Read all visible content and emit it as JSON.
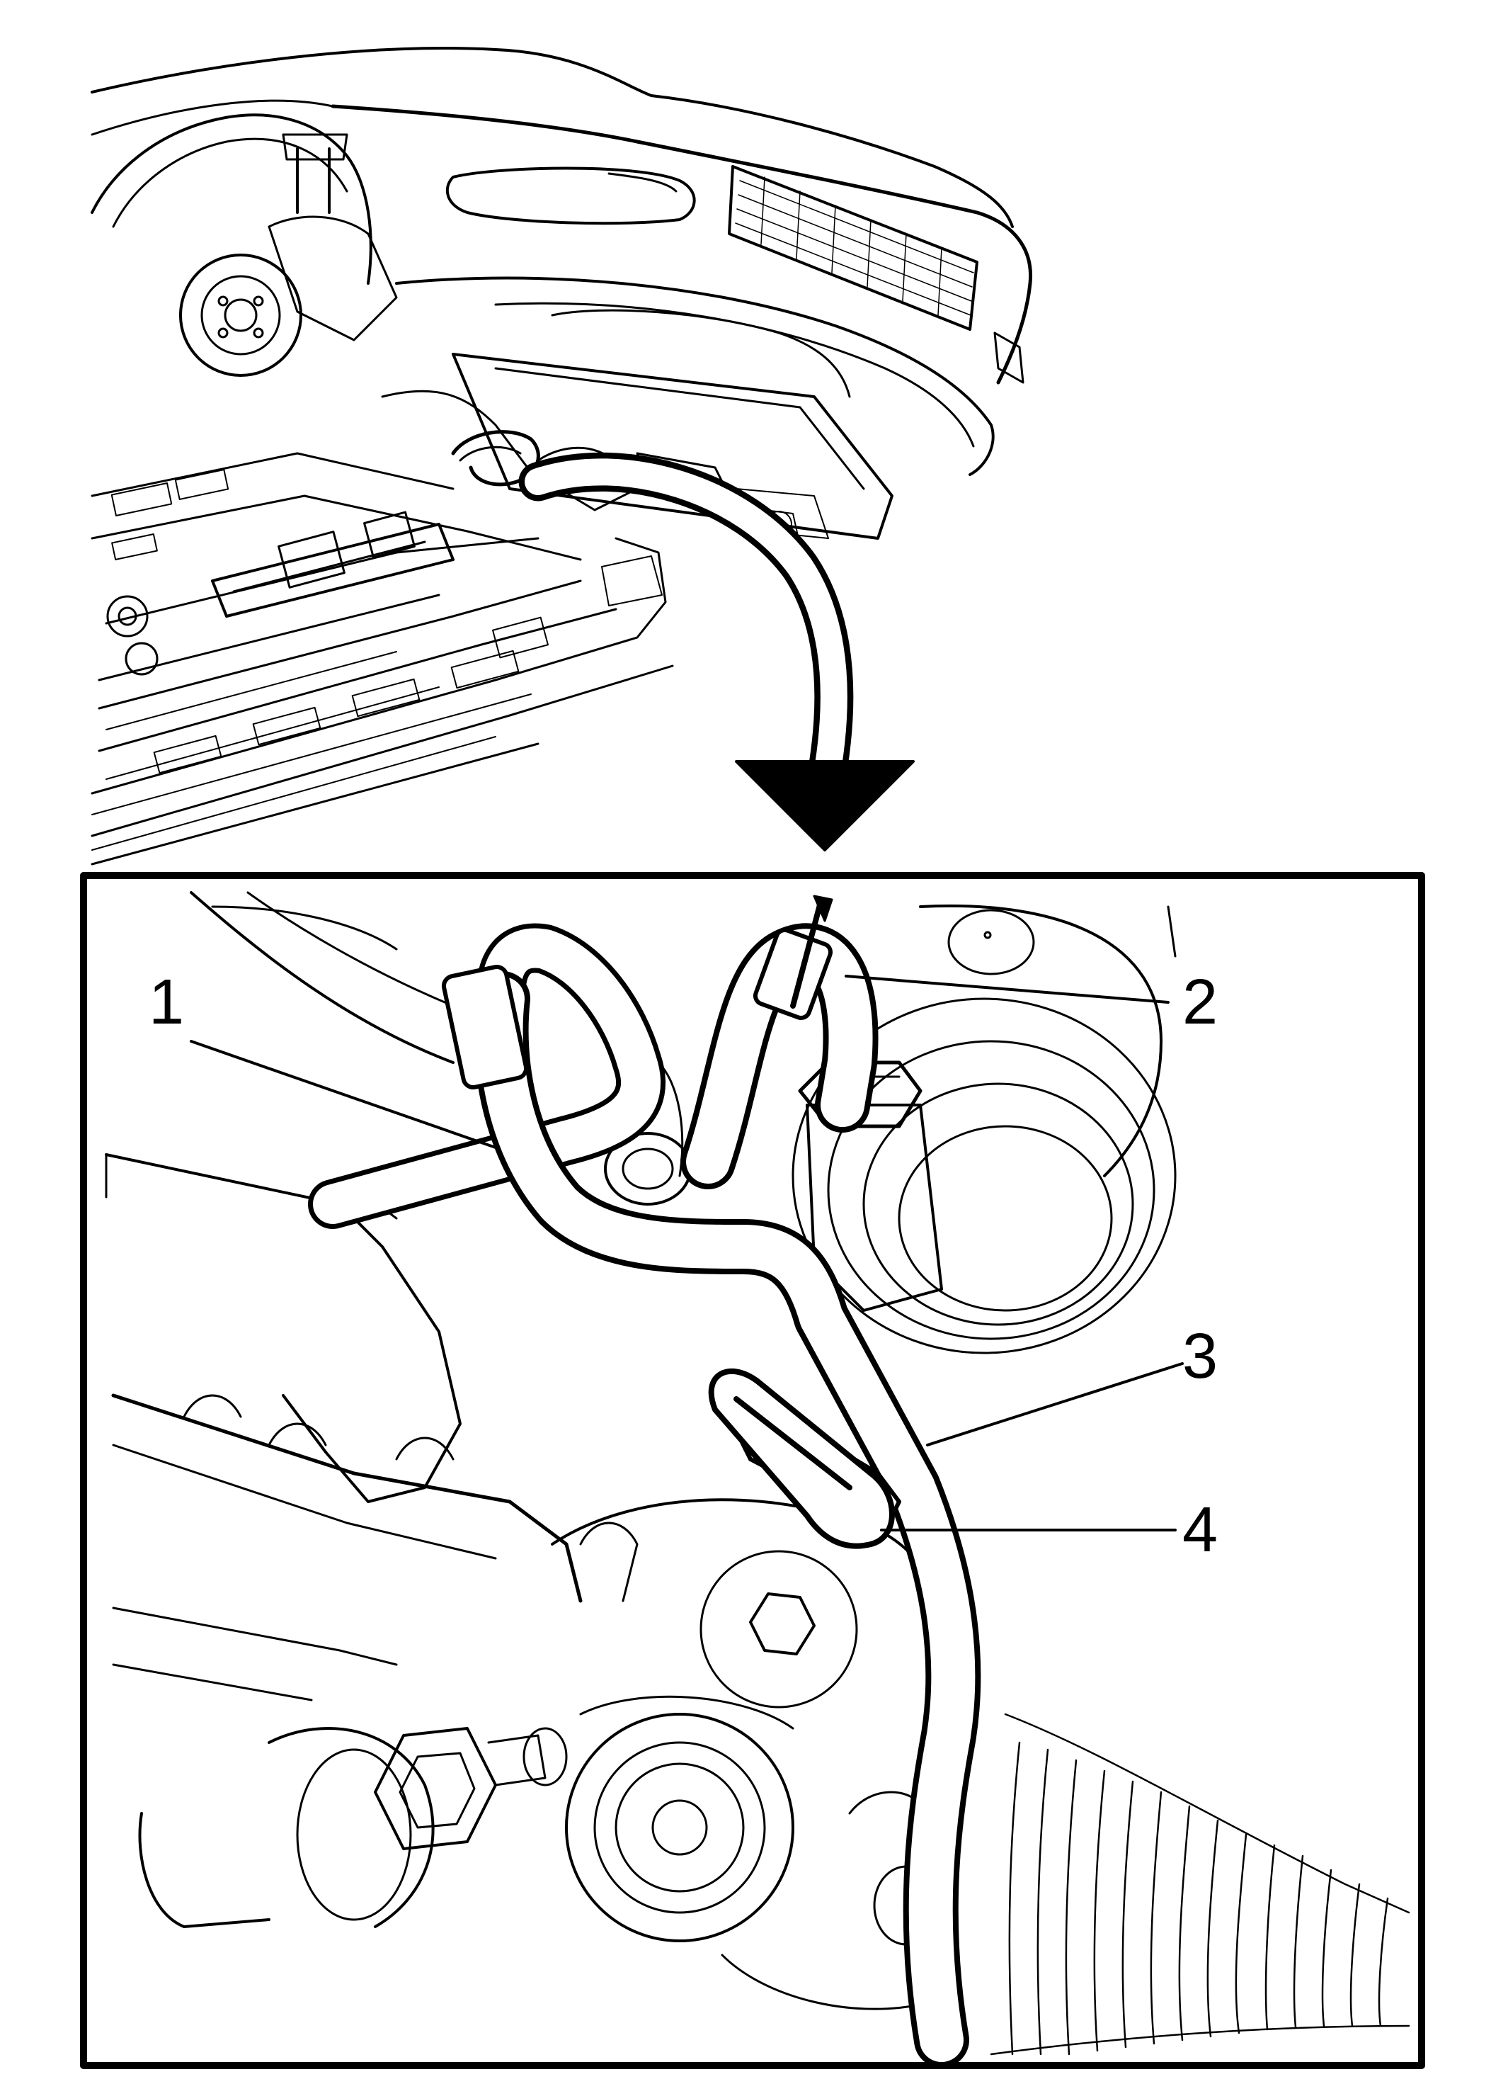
{
  "figure": {
    "line_color": "#000000",
    "background": "#ffffff",
    "callouts": [
      {
        "id": "1",
        "label": "1"
      },
      {
        "id": "2",
        "label": "2"
      },
      {
        "id": "3",
        "label": "3"
      },
      {
        "id": "4",
        "label": "4"
      }
    ]
  }
}
